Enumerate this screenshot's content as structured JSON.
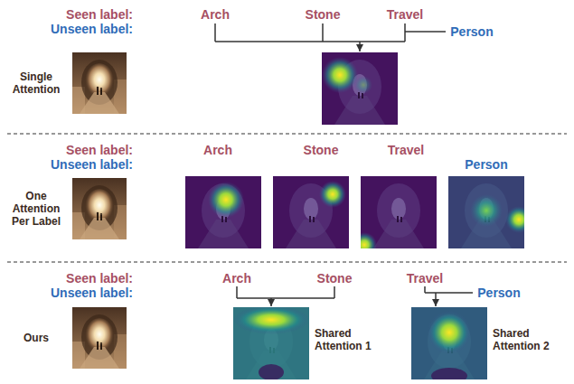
{
  "diagram": {
    "labels": [
      "Seen label:",
      "Arch",
      "Stone",
      "Travel",
      "Unseen label:",
      "Person",
      "Single Attention",
      "Seen label:",
      "Arch",
      "Stone",
      "Travel",
      "Unseen label:",
      "Person",
      "One Attention Per Label",
      "Seen label:",
      "Arch",
      "Stone",
      "Travel",
      "Unseen label:",
      "Person",
      "Ours",
      "Shared Attention 1",
      "Shared Attention 2"
    ]
  }
}
